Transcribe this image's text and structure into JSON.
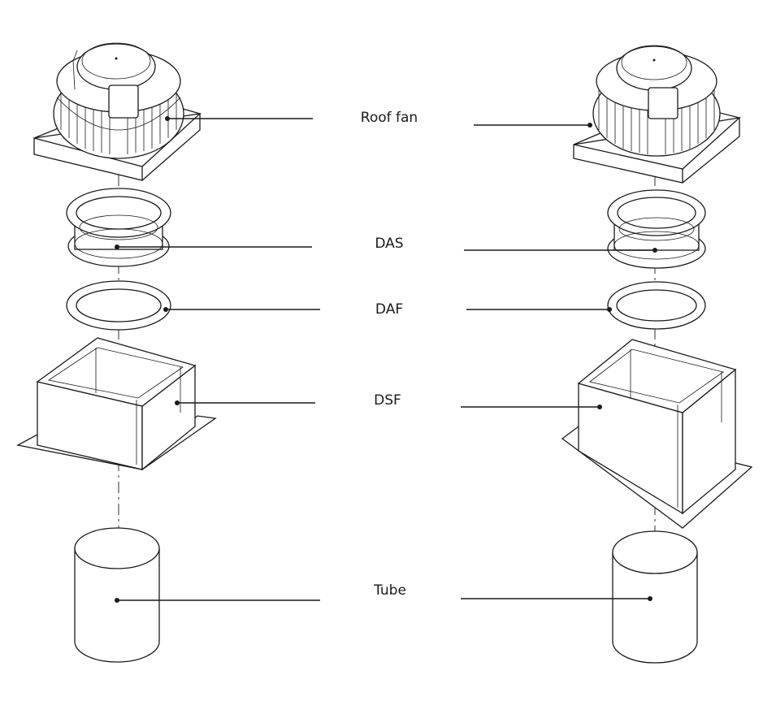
{
  "labels": {
    "roof_fan": "Roof fan",
    "das": "DAS",
    "daf": "DAF",
    "dsf": "DSF",
    "tube": "Tube"
  },
  "colors": {
    "line": "#1a1a1a",
    "background": "#ffffff"
  }
}
